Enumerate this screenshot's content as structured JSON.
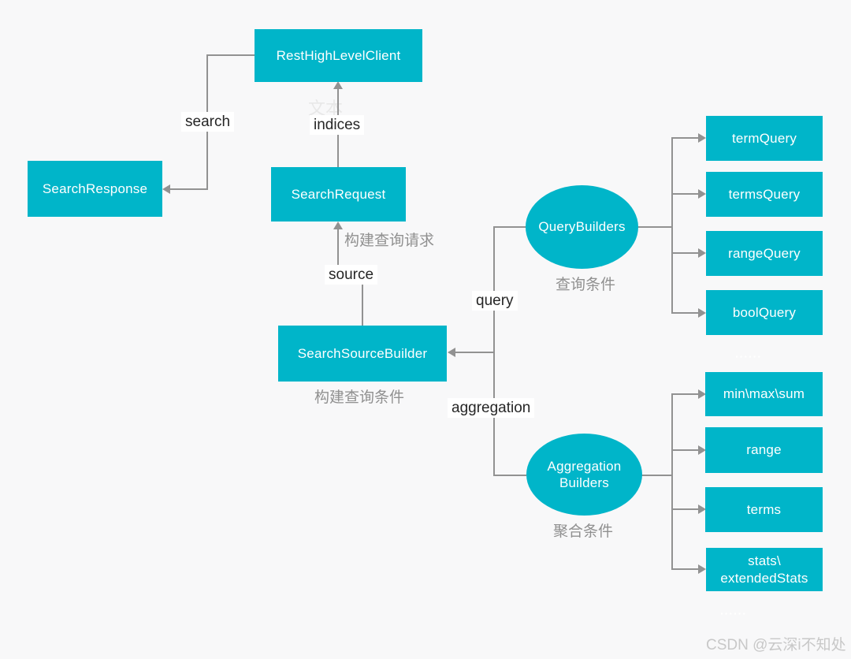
{
  "diagram": {
    "nodes": {
      "rest_high_level_client": {
        "label": "RestHighLevelClient"
      },
      "search_response": {
        "label": "SearchResponse"
      },
      "search_request": {
        "label": "SearchRequest"
      },
      "search_source_builder": {
        "label": "SearchSourceBuilder"
      },
      "query_builders": {
        "label": "QueryBuilders"
      },
      "aggregation_builders": {
        "label": "Aggregation\nBuilders"
      }
    },
    "query_methods": [
      "termQuery",
      "termsQuery",
      "rangeQuery",
      "boolQuery"
    ],
    "aggregation_methods": [
      "min\\max\\sum",
      "range",
      "terms",
      "stats\\\nextendedStats"
    ],
    "edge_labels": {
      "search": "search",
      "indices": "indices",
      "source": "source",
      "query": "query",
      "aggregation": "aggregation"
    },
    "captions": {
      "build_search_request": "构建查询请求",
      "build_query_condition": "构建查询条件",
      "query_condition": "查询条件",
      "aggregation_condition": "聚合条件"
    }
  },
  "watermarks": {
    "placeholder_text": "文本",
    "dots_top": "······",
    "dots_bottom": "······",
    "csdn": "CSDN @云深i不知处"
  },
  "colors": {
    "node_fill": "#00b5c9",
    "node_text": "#ffffff",
    "connector": "#929292",
    "edge_label_text": "#262626",
    "caption_text": "#909090",
    "background": "#f8f8f9",
    "watermark_text": "#c8c8c8"
  }
}
